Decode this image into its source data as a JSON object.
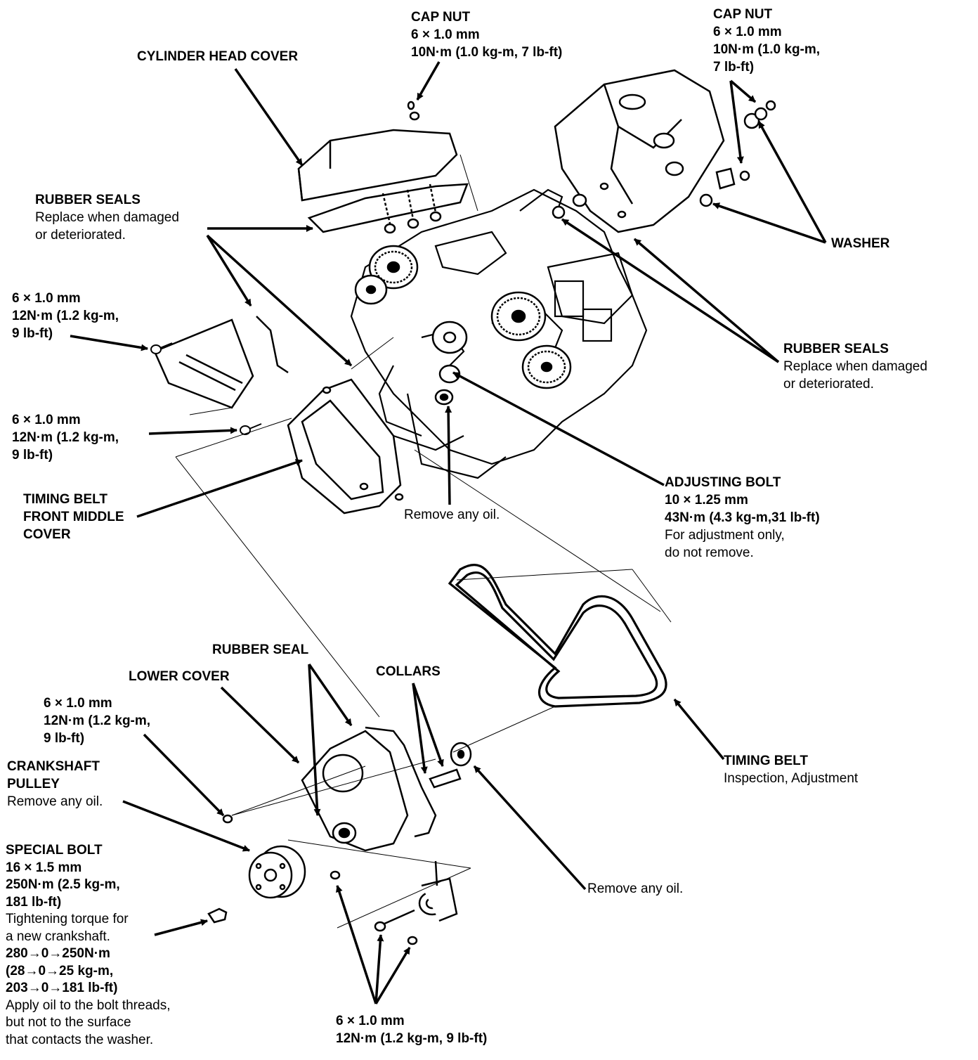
{
  "labels": {
    "cylinder_head_cover": "CYLINDER HEAD COVER",
    "cap_nut_1": {
      "title": "CAP NUT",
      "size": "6 × 1.0 mm",
      "torque": "10N·m (1.0 kg-m, 7 lb-ft)"
    },
    "cap_nut_2": {
      "title": "CAP NUT",
      "size": "6 × 1.0 mm",
      "torque1": "10N·m (1.0 kg-m,",
      "torque2": "7 lb-ft)"
    },
    "rubber_seals_left": {
      "title": "RUBBER SEALS",
      "note1": "Replace when damaged",
      "note2": "or deteriorated."
    },
    "bolt_a": {
      "size": "6 × 1.0 mm",
      "torque1": "12N·m (1.2 kg-m,",
      "torque2": "9 lb-ft)"
    },
    "bolt_b": {
      "size": "6 × 1.0 mm",
      "torque1": "12N·m (1.2 kg-m,",
      "torque2": "9 lb-ft)"
    },
    "timing_belt_front_middle_cover": {
      "line1": "TIMING BELT",
      "line2": "FRONT MIDDLE",
      "line3": "COVER"
    },
    "washer": "WASHER",
    "rubber_seals_right": {
      "title": "RUBBER SEALS",
      "note1": "Replace when damaged",
      "note2": "or deteriorated."
    },
    "adjusting_bolt": {
      "title": "ADJUSTING BOLT",
      "size": "10 × 1.25 mm",
      "torque": "43N·m (4.3 kg-m,31 lb-ft)",
      "note1": "For adjustment only,",
      "note2": "do not remove."
    },
    "remove_oil_1": "Remove any oil.",
    "rubber_seal": "RUBBER SEAL",
    "lower_cover": "LOWER COVER",
    "collars": "COLLARS",
    "bolt_c": {
      "size": "6 × 1.0 mm",
      "torque1": "12N·m (1.2 kg-m,",
      "torque2": "9 lb-ft)"
    },
    "crankshaft_pulley": {
      "line1": "CRANKSHAFT",
      "line2": "PULLEY",
      "note": "Remove any oil."
    },
    "timing_belt": {
      "title": "TIMING BELT",
      "note": "Inspection, Adjustment"
    },
    "special_bolt": {
      "title": "SPECIAL BOLT",
      "size": "16 × 1.5 mm",
      "torque1": "250N·m (2.5 kg-m,",
      "torque2": "181 lb-ft)",
      "note1": "Tightening torque for",
      "note2": "a new crankshaft.",
      "seq1": "280→0→250N·m",
      "seq2": "(28→0→25 kg-m,",
      "seq3": "203→0→181 lb-ft)",
      "note3": "Apply oil to the bolt threads,",
      "note4": "but not to the surface",
      "note5": "that contacts the washer."
    },
    "remove_oil_2": "Remove any oil.",
    "bolt_d": {
      "size": "6 × 1.0 mm",
      "torque": "12N·m (1.2 kg-m, 9 lb-ft)"
    }
  }
}
